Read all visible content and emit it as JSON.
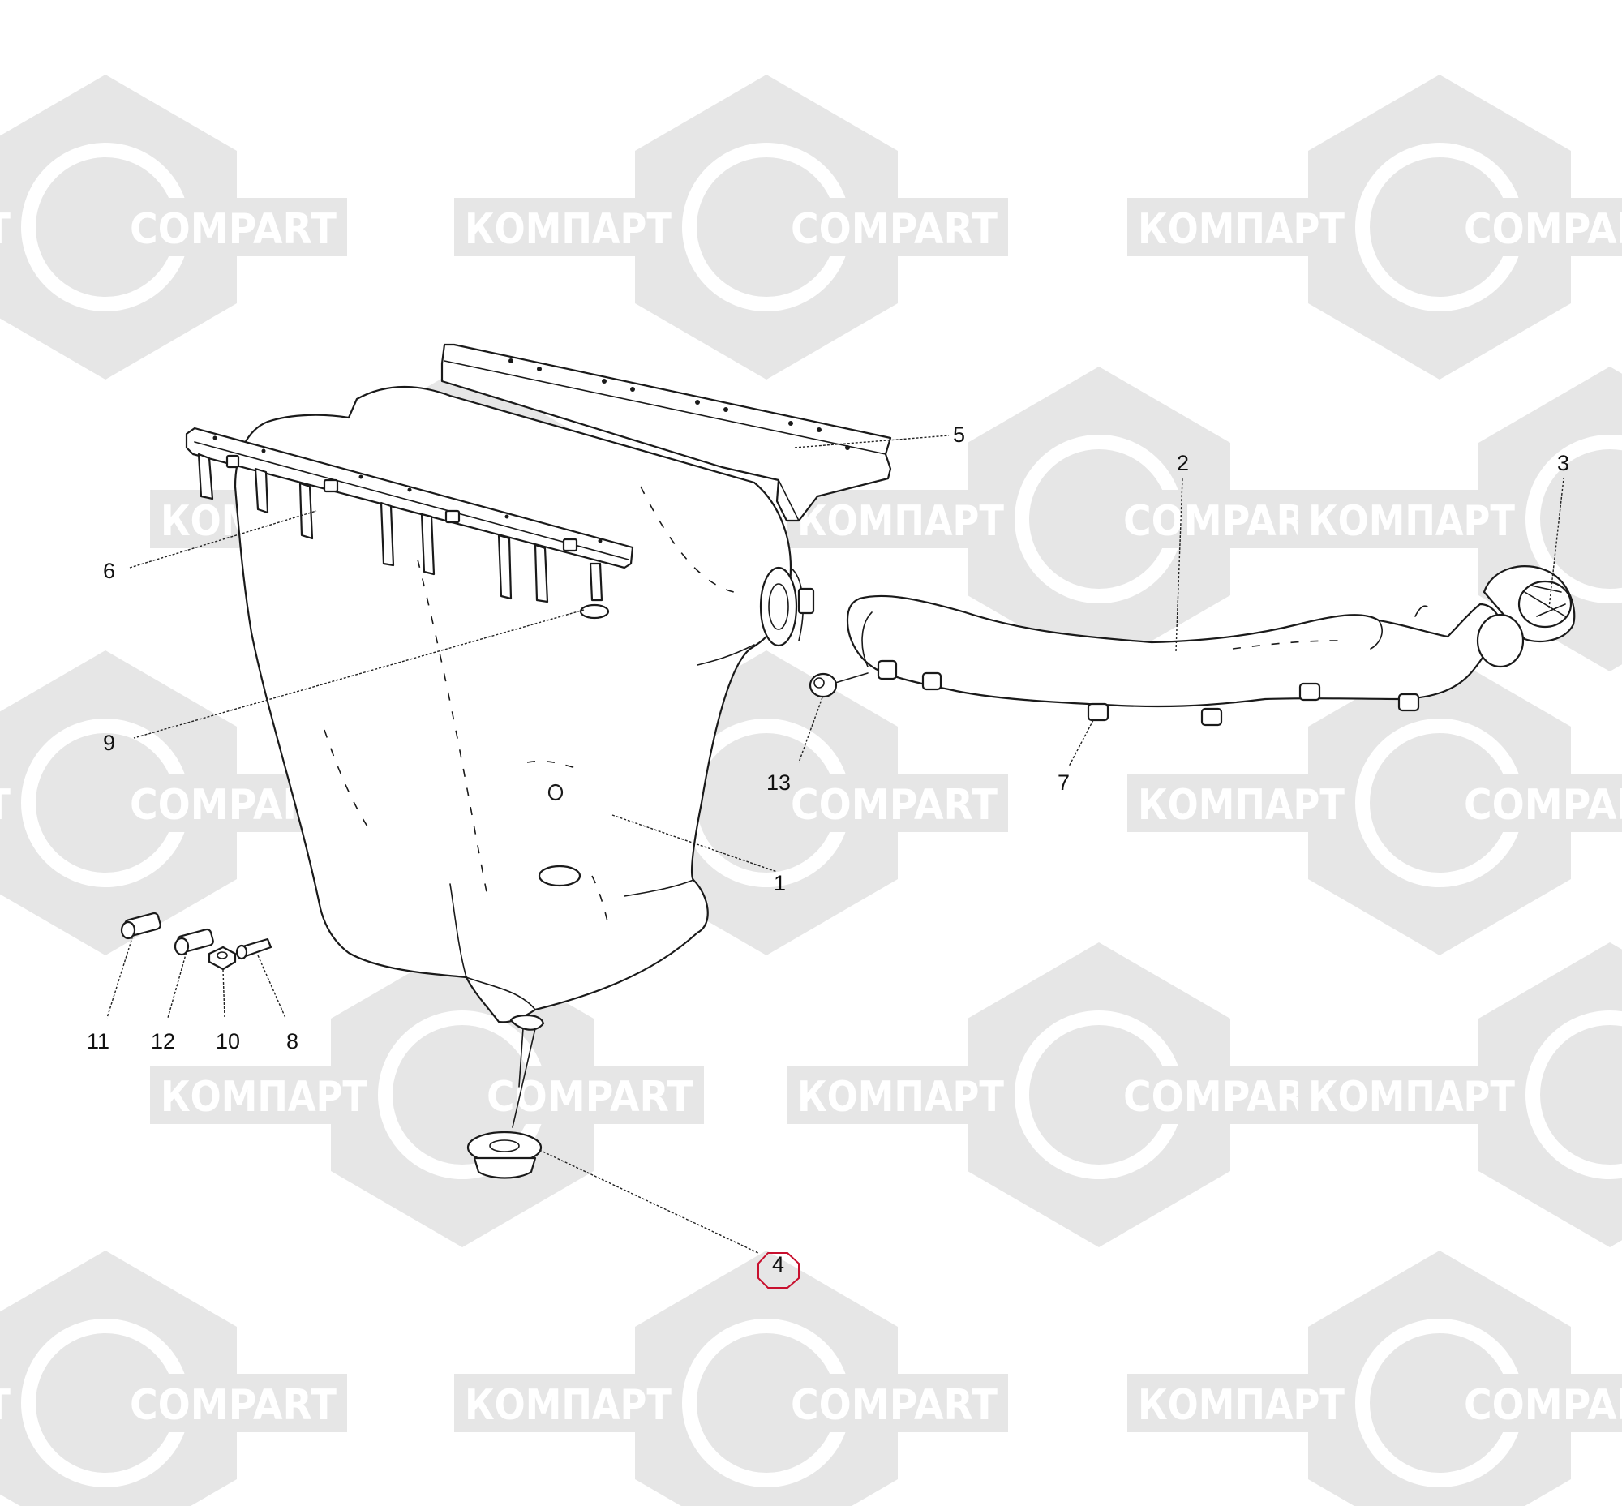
{
  "watermark": {
    "text_ru": "КОМПАРТ",
    "text_en": "COMPART",
    "color": "#e6e6e6"
  },
  "highlight_color": "#c8102e",
  "callouts": [
    {
      "id": "1",
      "label": "1"
    },
    {
      "id": "2",
      "label": "2"
    },
    {
      "id": "3",
      "label": "3"
    },
    {
      "id": "4",
      "label": "4",
      "highlighted": true
    },
    {
      "id": "5",
      "label": "5"
    },
    {
      "id": "6",
      "label": "6"
    },
    {
      "id": "7",
      "label": "7"
    },
    {
      "id": "8",
      "label": "8"
    },
    {
      "id": "9",
      "label": "9"
    },
    {
      "id": "10",
      "label": "10"
    },
    {
      "id": "11",
      "label": "11"
    },
    {
      "id": "12",
      "label": "12"
    },
    {
      "id": "13",
      "label": "13"
    }
  ]
}
